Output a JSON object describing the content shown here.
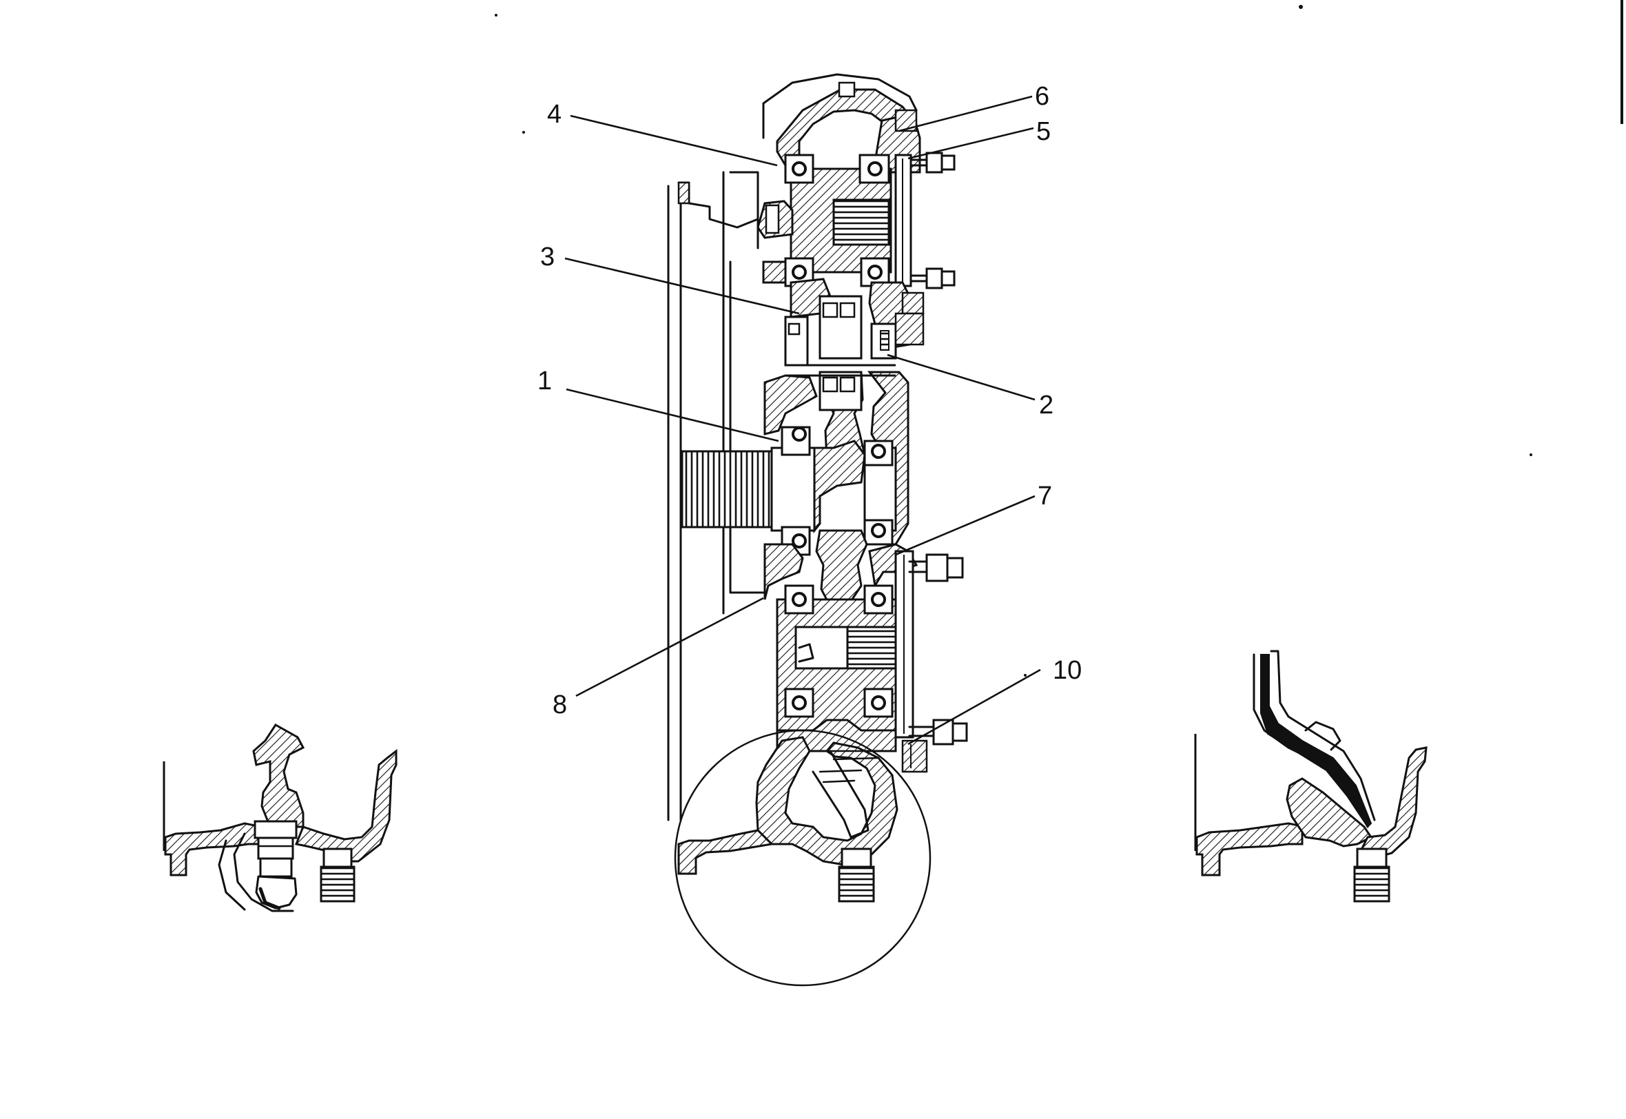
{
  "callouts": [
    {
      "label": "1"
    },
    {
      "label": "2"
    },
    {
      "label": "3"
    },
    {
      "label": "4"
    },
    {
      "label": "5"
    },
    {
      "label": "6"
    },
    {
      "label": "7"
    },
    {
      "label": "8"
    },
    {
      "label": "10"
    }
  ],
  "colors": {
    "ink": "#111111",
    "paper": "#ffffff"
  }
}
